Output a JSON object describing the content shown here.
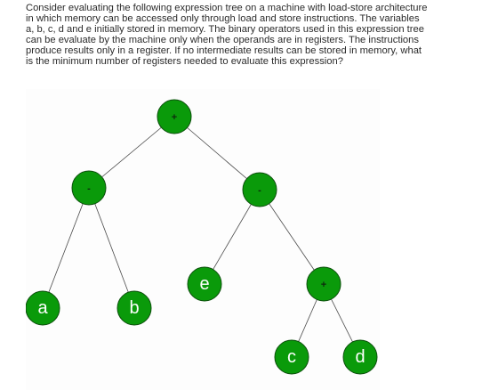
{
  "question": {
    "lines": [
      "Consider evaluating the following expression tree on a machine with load-store architecture",
      "in which memory can be accessed only through load and store instructions. The variables",
      "a, b, c, d and e initially stored in memory. The binary operators used in this expression tree",
      "can be evaluate by the machine only when the operands are in registers. The instructions",
      "produce results only in a register. If no intermediate results can be stored in memory, what",
      "is the minimum number of registers needed to evaluate this expression?"
    ]
  },
  "tree": {
    "nodes": [
      {
        "id": "root",
        "label": "+",
        "kind": "op"
      },
      {
        "id": "left-minus",
        "label": "-",
        "kind": "op"
      },
      {
        "id": "right-minus",
        "label": "-",
        "kind": "op"
      },
      {
        "id": "leaf-a",
        "label": "a",
        "kind": "leaf"
      },
      {
        "id": "leaf-b",
        "label": "b",
        "kind": "leaf"
      },
      {
        "id": "leaf-e",
        "label": "e",
        "kind": "leaf"
      },
      {
        "id": "inner-plus",
        "label": "+",
        "kind": "op"
      },
      {
        "id": "leaf-c",
        "label": "c",
        "kind": "leaf"
      },
      {
        "id": "leaf-d",
        "label": "d",
        "kind": "leaf"
      }
    ],
    "edges": [
      [
        "root",
        "left-minus"
      ],
      [
        "root",
        "right-minus"
      ],
      [
        "left-minus",
        "leaf-a"
      ],
      [
        "left-minus",
        "leaf-b"
      ],
      [
        "right-minus",
        "leaf-e"
      ],
      [
        "right-minus",
        "inner-plus"
      ],
      [
        "inner-plus",
        "leaf-c"
      ],
      [
        "inner-plus",
        "leaf-d"
      ]
    ],
    "colors": {
      "node_fill": "#0a9a0a",
      "node_stroke": "#0d4f0d",
      "edge": "#4a4a4a",
      "leaf_text": "#ffffff"
    }
  }
}
